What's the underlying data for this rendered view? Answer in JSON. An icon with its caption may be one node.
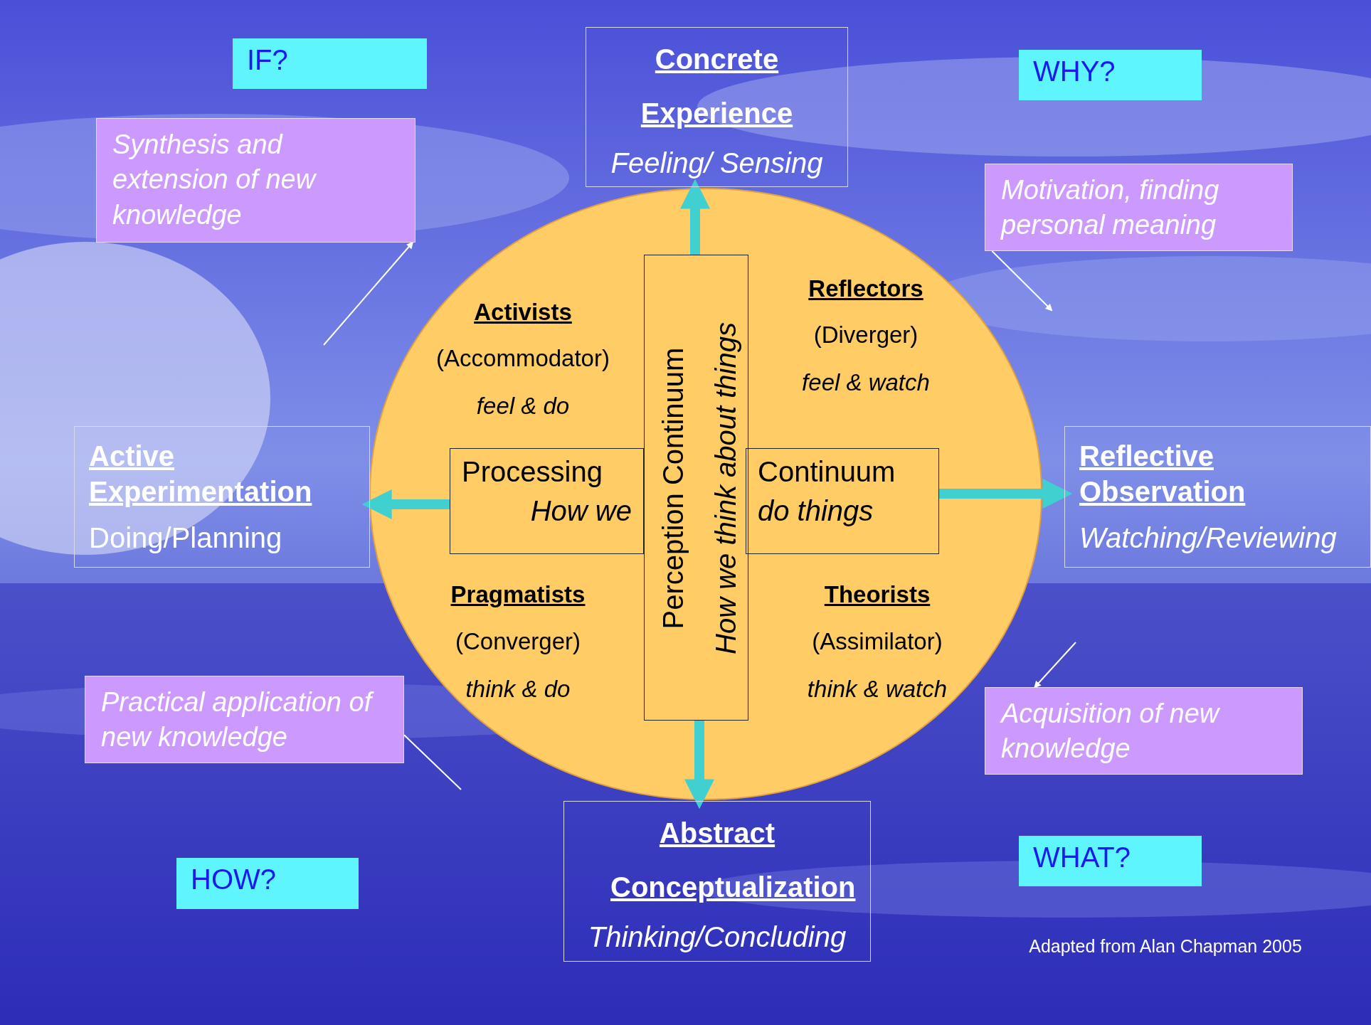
{
  "diagram": {
    "nodes": [
      {
        "text": [
          "IF?"
        ]
      },
      {
        "text": [
          "Synthesis and extension of new knowledge"
        ]
      },
      {
        "text": [
          "Concrete Experience",
          "Feeling/ Sensing"
        ]
      },
      {
        "text": [
          "WHY?"
        ]
      },
      {
        "text": [
          "Motivation, finding personal meaning"
        ]
      },
      {
        "text": [],
        "shape": "circle"
      },
      {
        "text": [
          "Perception Continuum",
          "How we think about things"
        ],
        "in": 5
      },
      {
        "text": [
          "Processing",
          "How we"
        ],
        "in": 5
      },
      {
        "text": [
          "Continuum",
          "do things"
        ],
        "in": 5
      },
      {
        "text": [
          "Active Experimentation",
          "Doing/Planning"
        ]
      },
      {
        "text": [
          "Reflective Observation",
          "Watching/Reviewing"
        ]
      },
      {
        "text": [
          "Practical application of new knowledge"
        ]
      },
      {
        "text": [
          "Acquisition of new knowledge"
        ]
      },
      {
        "text": [
          "Abstract Conceptualization",
          "Thinking/Concluding"
        ]
      },
      {
        "text": [
          "HOW?"
        ]
      },
      {
        "text": [
          "WHAT?"
        ]
      }
    ],
    "edges": [
      {
        "from": 6,
        "to": 2,
        "arrow": "to",
        "style": "thick",
        "color": "#40d0d0"
      },
      {
        "from": 6,
        "to": 13,
        "arrow": "to",
        "style": "thick",
        "color": "#40d0d0"
      },
      {
        "from": 7,
        "to": 9,
        "arrow": "to",
        "style": "thick",
        "color": "#40d0d0"
      },
      {
        "from": 8,
        "to": 10,
        "arrow": "to",
        "style": "thick",
        "color": "#40d0d0"
      },
      {
        "from": null,
        "to": 1,
        "arrow": "to",
        "color": "#ffffff"
      },
      {
        "from": 4,
        "to": null,
        "arrow": "to",
        "color": "#ffffff"
      },
      {
        "from": null,
        "to": 12,
        "arrow": "to",
        "color": "#ffffff"
      },
      {
        "from": 11,
        "to": null,
        "arrow": "none",
        "color": "#ffffff"
      }
    ],
    "labels": [
      "Activists",
      "(Accommodator)",
      "feel & do",
      "Reflectors",
      "(Diverger)",
      "feel & watch",
      "Pragmatists",
      "(Converger)",
      "think & do",
      "Theorists",
      "(Assimilator)",
      "think & watch",
      "Adapted from Alan Chapman 2005"
    ]
  }
}
